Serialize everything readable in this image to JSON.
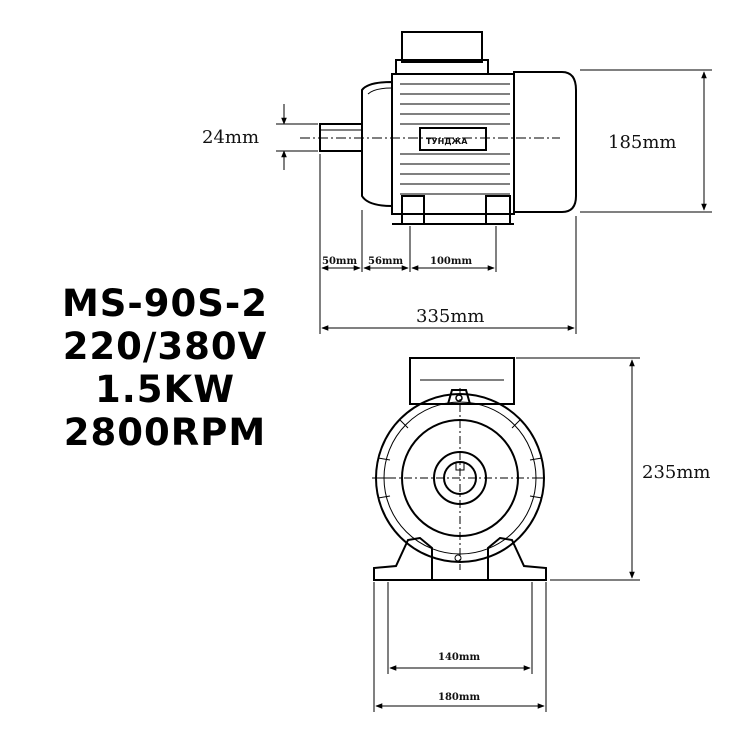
{
  "specs": {
    "model": "MS-90S-2",
    "voltage": "220/380V",
    "power": "1.5KW",
    "speed": "2800RPM"
  },
  "brand_label": "ТУНДЖА",
  "dimensions": {
    "shaft_diameter": "24mm",
    "height_top_view": "185mm",
    "shaft_length": "50mm",
    "shaft_to_foot": "56mm",
    "foot_spacing_length": "100mm",
    "total_length": "335mm",
    "total_height": "235mm",
    "foot_spacing_width": "140mm",
    "foot_width": "180mm"
  }
}
